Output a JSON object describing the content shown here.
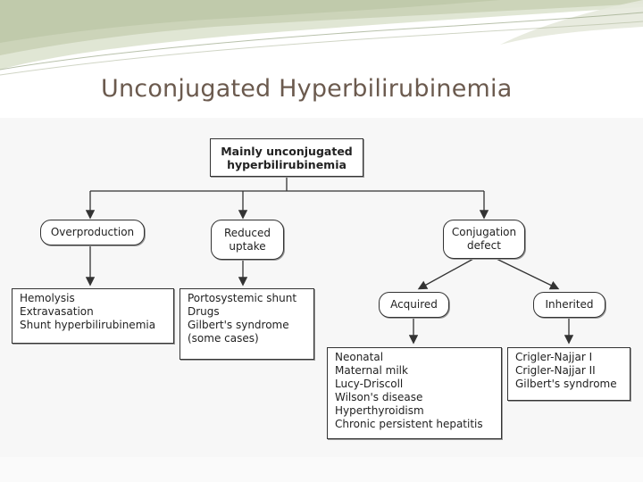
{
  "slide": {
    "title": "Unconjugated Hyperbilirubinemia"
  },
  "diagram": {
    "root": {
      "line1": "Mainly unconjugated",
      "line2": "hyperbilirubinemia"
    },
    "categories": {
      "overproduction": {
        "label": "Overproduction"
      },
      "reduced_uptake": {
        "line1": "Reduced",
        "line2": "uptake"
      },
      "conjugation_defect": {
        "line1": "Conjugation",
        "line2": "defect"
      }
    },
    "subcategories": {
      "acquired": {
        "label": "Acquired"
      },
      "inherited": {
        "label": "Inherited"
      }
    },
    "lists": {
      "overproduction": [
        "Hemolysis",
        "Extravasation",
        "Shunt hyperbilirubinemia"
      ],
      "reduced_uptake": [
        "Portosystemic shunt",
        "Drugs",
        "Gilbert's syndrome",
        "(some cases)"
      ],
      "acquired": [
        "Neonatal",
        "Maternal milk",
        "Lucy-Driscoll",
        "Wilson's disease",
        "Hyperthyroidism",
        "Chronic persistent hepatitis"
      ],
      "inherited": [
        "Crigler-Najjar I",
        "Crigler-Najjar II",
        "Gilbert's syndrome"
      ]
    }
  },
  "colors": {
    "title_text": "#6b5a4e",
    "banner": "#c8d0b8",
    "lines": "#333333"
  }
}
